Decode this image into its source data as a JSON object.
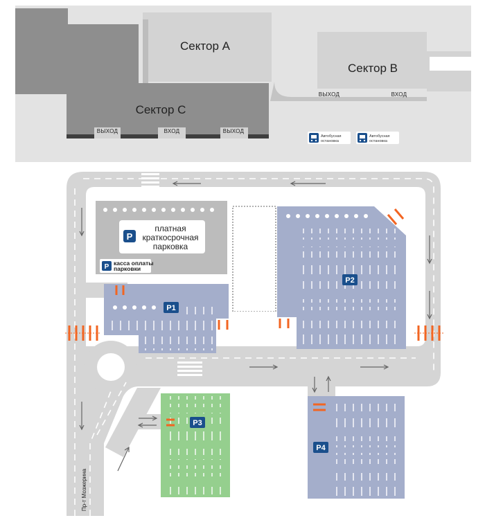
{
  "buildings": {
    "sector_a": "Сектор А",
    "sector_b": "Сектор В",
    "sector_c": "Сектор С"
  },
  "gates": {
    "sector_b_exit": "ВЫХОД",
    "sector_b_entrance": "ВХОД",
    "sector_c_exit_left": "ВЫХОД",
    "sector_c_entrance": "ВХОД",
    "sector_c_exit_right": "ВЫХОД"
  },
  "bus_stops": [
    {
      "icon": "bus-icon",
      "line1": "Автобусная",
      "line2": "остановка"
    },
    {
      "icon": "bus-icon",
      "line1": "Автобусная",
      "line2": "остановка"
    }
  ],
  "short_term_parking": {
    "icon": "parking-icon",
    "icon_letter": "P",
    "line1": "платная",
    "line2": "краткосрочная",
    "line3": "парковка"
  },
  "pay_station": {
    "icon": "parking-icon",
    "icon_letter": "P",
    "line1": "касса оплаты",
    "line2": "парковки"
  },
  "parking_zones": {
    "p1": "P1",
    "p2": "P2",
    "p3": "P3",
    "p4": "P4"
  },
  "street": "Пр-т Мозжерина",
  "colors": {
    "building_dark": "#8e8e8e",
    "building_light": "#d3d3d3",
    "background_ground": "#e3e3e3",
    "road": "#d5d5d5",
    "parking_blue": "#a4aecb",
    "parking_grey": "#bcbcbc",
    "parking_green": "#95cf8e",
    "barrier": "#f26522",
    "zone_badge": "#1a4f8c"
  }
}
